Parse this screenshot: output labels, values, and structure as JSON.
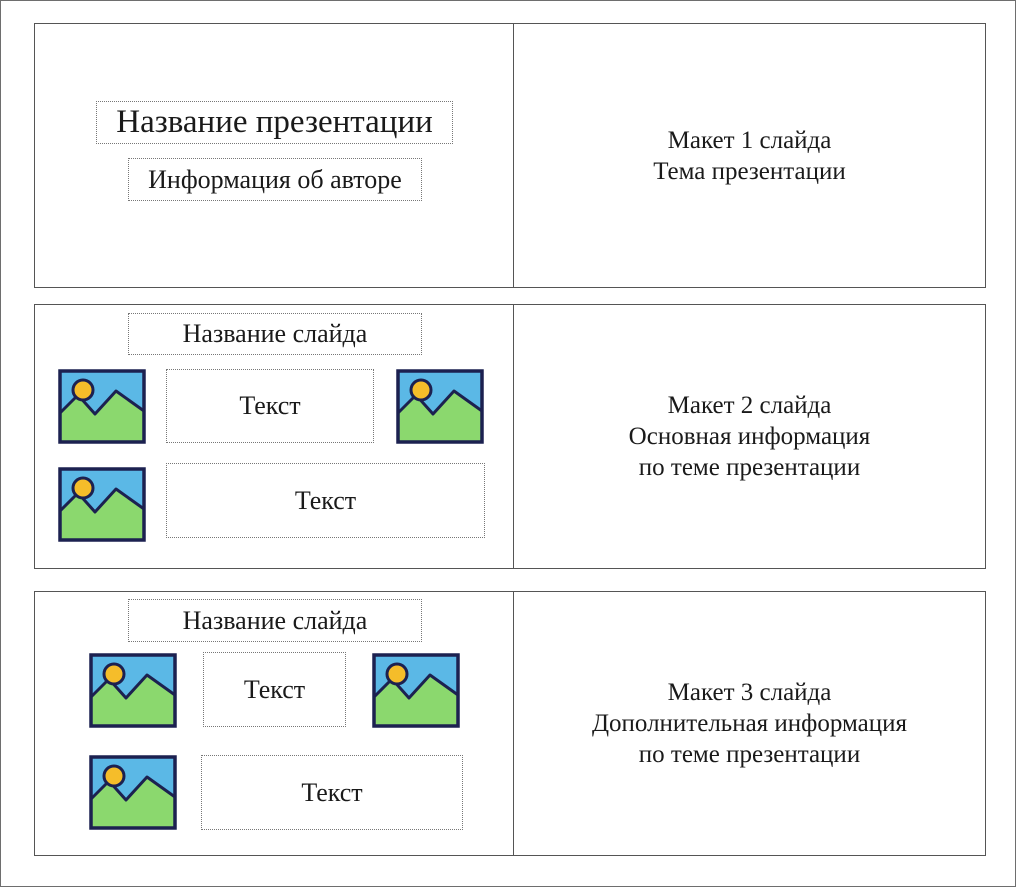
{
  "rows": [
    {
      "description": {
        "line1": "Макет 1 слайда",
        "line2": "Тема презентации",
        "line3": ""
      },
      "layout": {
        "title": "Название презентации",
        "subtitle": "Информация об авторе"
      }
    },
    {
      "description": {
        "line1": "Макет 2 слайда",
        "line2": "Основная информация",
        "line3": "по теме презентации"
      },
      "layout": {
        "title": "Название слайда",
        "text_1": "Текст",
        "text_2": "Текст"
      }
    },
    {
      "description": {
        "line1": "Макет 3 слайда",
        "line2": "Дополнительная информация",
        "line3": "по теме презентации"
      },
      "layout": {
        "title": "Название слайда",
        "text_1": "Текст",
        "text_2": "Текст"
      }
    }
  ],
  "icons": {
    "image_placeholder": "image-icon"
  },
  "colors": {
    "sky": "#5bb8e6",
    "grass": "#8bd86e",
    "sun": "#f5bd2a",
    "icon_outline": "#1c2150"
  }
}
